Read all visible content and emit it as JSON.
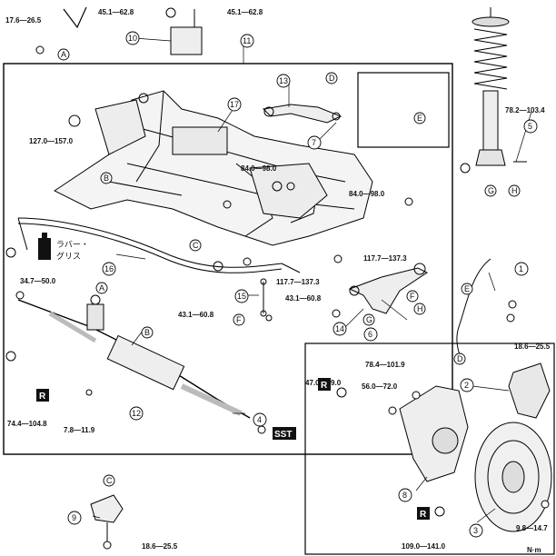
{
  "unit_label": "N·m",
  "jp_label_line1": "ラバー・",
  "jp_label_line2": "グリス",
  "torques": [
    "17.6—26.5",
    "45.1—62.8",
    "45.1—62.8",
    "127.0—157.0",
    "84.0—98.0",
    "84.0—98.0",
    "117.7—137.3",
    "117.7—137.3",
    "43.1—60.8",
    "43.1—60.8",
    "34.7—50.0",
    "78.2—103.4",
    "18.6—25.5",
    "78.4—101.9",
    "56.0—72.0",
    "47.0—59.0",
    "74.4—104.8",
    "7.8—11.9",
    "109.0—141.0",
    "18.6—25.5",
    "9.8—14.7"
  ],
  "callout_numbers": [
    "1",
    "2",
    "3",
    "4",
    "5",
    "6",
    "7",
    "8",
    "9",
    "10",
    "11",
    "12",
    "13",
    "14",
    "15",
    "16",
    "17"
  ],
  "callout_letters": [
    "A",
    "A",
    "B",
    "B",
    "C",
    "C",
    "D",
    "D",
    "E",
    "E",
    "F",
    "F",
    "G",
    "G",
    "H",
    "H"
  ],
  "symbols": {
    "replace": "R",
    "special_tool": "SST"
  }
}
